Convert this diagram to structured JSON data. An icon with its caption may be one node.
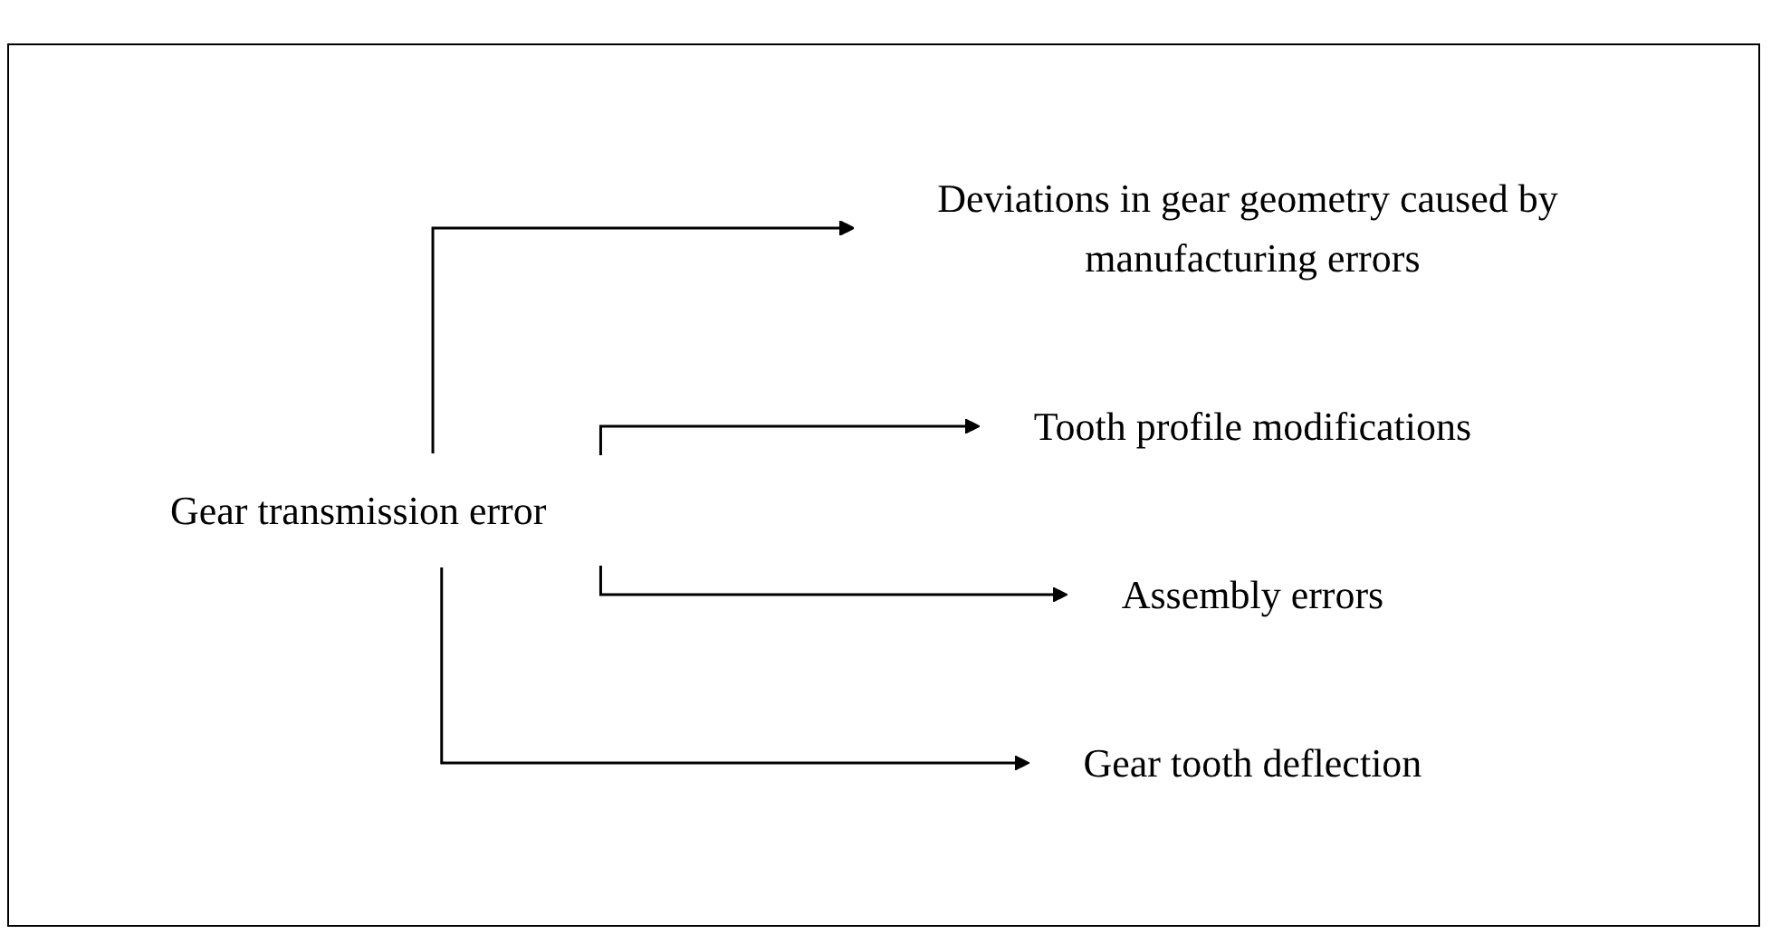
{
  "diagram": {
    "nodes": [
      {
        "text": [
          "Gear transmission error"
        ]
      },
      {
        "text": [
          "Deviations in gear geometry caused by manufacturing errors"
        ]
      },
      {
        "text": [
          "Tooth profile modifications"
        ]
      },
      {
        "text": [
          "Assembly errors"
        ]
      },
      {
        "text": [
          "Gear tooth deflection"
        ]
      }
    ],
    "edges": [
      {
        "from": 0,
        "to": 1,
        "arrow": "to"
      },
      {
        "from": 0,
        "to": 2,
        "arrow": "to"
      },
      {
        "from": 0,
        "to": 3,
        "arrow": "to"
      },
      {
        "from": 0,
        "to": 4,
        "arrow": "to"
      }
    ]
  }
}
